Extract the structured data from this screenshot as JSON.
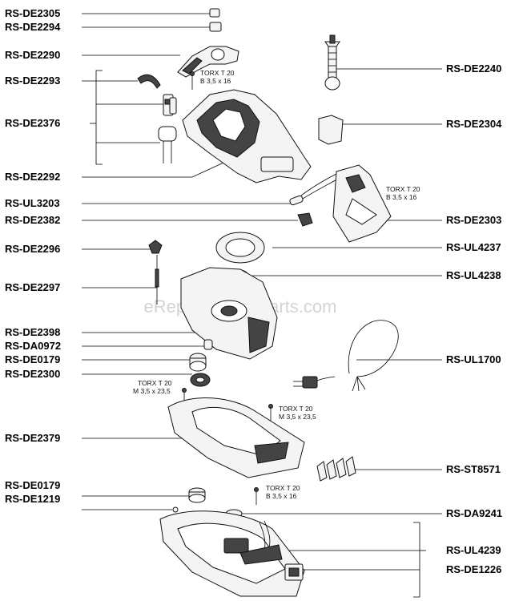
{
  "left_labels": [
    {
      "id": "lbl-rs-de2305",
      "text": "RS-DE2305"
    },
    {
      "id": "lbl-rs-de2294",
      "text": "RS-DE2294"
    },
    {
      "id": "lbl-rs-de2290",
      "text": "RS-DE2290"
    },
    {
      "id": "lbl-rs-de2293",
      "text": "RS-DE2293"
    },
    {
      "id": "lbl-rs-de2376",
      "text": "RS-DE2376"
    },
    {
      "id": "lbl-rs-de2292",
      "text": "RS-DE2292"
    },
    {
      "id": "lbl-rs-ul3203",
      "text": "RS-UL3203"
    },
    {
      "id": "lbl-rs-de2382",
      "text": "RS-DE2382"
    },
    {
      "id": "lbl-rs-de2296",
      "text": "RS-DE2296"
    },
    {
      "id": "lbl-rs-de2297",
      "text": "RS-DE2297"
    },
    {
      "id": "lbl-rs-de2398",
      "text": "RS-DE2398"
    },
    {
      "id": "lbl-rs-da0972",
      "text": "RS-DA0972"
    },
    {
      "id": "lbl-rs-de0179-a",
      "text": "RS-DE0179"
    },
    {
      "id": "lbl-rs-de2300",
      "text": "RS-DE2300"
    },
    {
      "id": "lbl-rs-de2379",
      "text": "RS-DE2379"
    },
    {
      "id": "lbl-rs-de0179-b",
      "text": "RS-DE0179"
    },
    {
      "id": "lbl-rs-de1219",
      "text": "RS-DE1219"
    }
  ],
  "right_labels": [
    {
      "id": "lbl-rs-de2240",
      "text": "RS-DE2240"
    },
    {
      "id": "lbl-rs-de2304",
      "text": "RS-DE2304"
    },
    {
      "id": "lbl-rs-de2303",
      "text": "RS-DE2303"
    },
    {
      "id": "lbl-rs-ul4237",
      "text": "RS-UL4237"
    },
    {
      "id": "lbl-rs-ul4238",
      "text": "RS-UL4238"
    },
    {
      "id": "lbl-rs-ul1700",
      "text": "RS-UL1700"
    },
    {
      "id": "lbl-rs-st8571",
      "text": "RS-ST8571"
    },
    {
      "id": "lbl-rs-da9241",
      "text": "RS-DA9241"
    },
    {
      "id": "lbl-rs-ul4239",
      "text": "RS-UL4239"
    },
    {
      "id": "lbl-rs-de1226",
      "text": "RS-DE1226"
    }
  ],
  "screw_notes": [
    {
      "id": "note-1",
      "line1": "TORX T 20",
      "line2": "B 3,5 x 16"
    },
    {
      "id": "note-2",
      "line1": "TORX T 20",
      "line2": "B 3,5 x 16"
    },
    {
      "id": "note-3",
      "line1": "TORX T 20",
      "line2": "M 3,5 x 23,5"
    },
    {
      "id": "note-4",
      "line1": "TORX T 20",
      "line2": "M 3,5 x 23,5"
    },
    {
      "id": "note-5",
      "line1": "TORX T 20",
      "line2": "B 3,5 x 16"
    }
  ],
  "watermark": "eReplacementParts.com"
}
